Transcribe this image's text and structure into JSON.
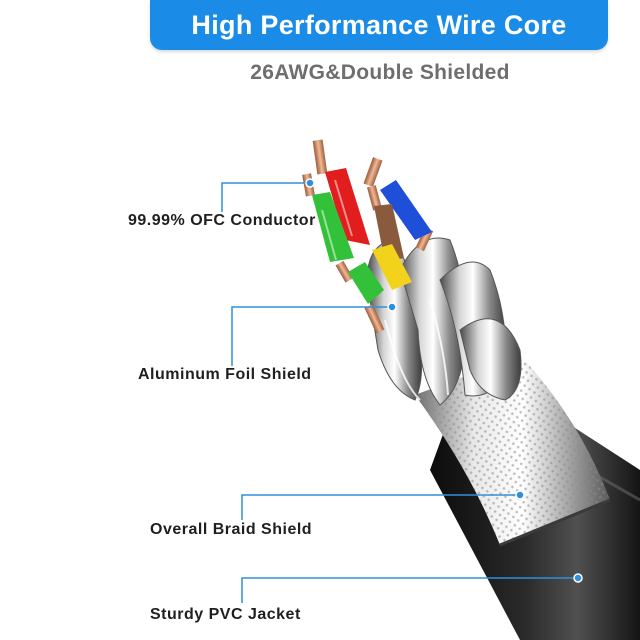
{
  "header": {
    "title": "High Performance Wire Core",
    "subtitle": "26AWG&Double Shielded"
  },
  "callouts": [
    {
      "label": "99.99% OFC Conductor"
    },
    {
      "label": "Aluminum Foil Shield"
    },
    {
      "label": "Overall Braid Shield"
    },
    {
      "label": "Sturdy PVC Jacket"
    }
  ],
  "colors": {
    "banner": "#1a8be6",
    "callout_line": "#2f8fdc",
    "wire_red": "#e11d1d",
    "wire_blue": "#1f4fd8",
    "wire_green": "#33c13a",
    "wire_yellow": "#f2d21b",
    "wire_brown": "#8a5a3c"
  }
}
